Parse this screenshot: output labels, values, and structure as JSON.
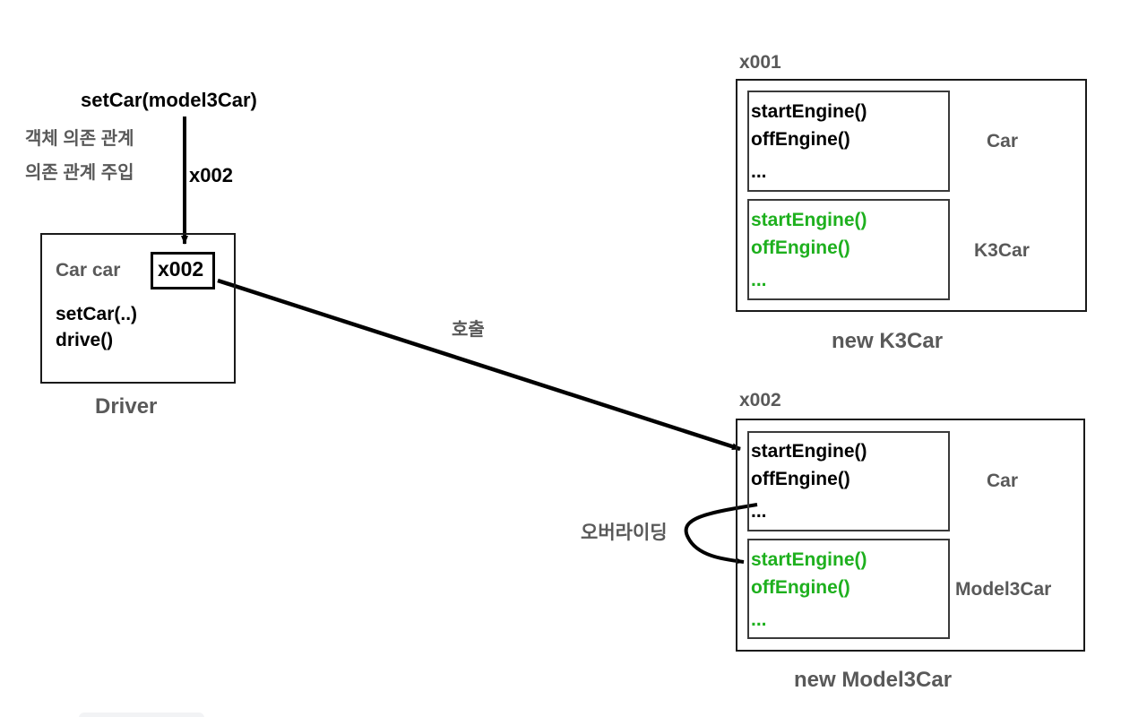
{
  "diagram": {
    "title": "Object dependency / dependency injection diagram",
    "colors": {
      "gray_text": "#595959",
      "black_text": "#000000",
      "green_override": "#1eb01e",
      "stroke": "#1a1a1a",
      "background": "#ffffff"
    }
  },
  "annotations": {
    "setcar_call": "setCar(model3Car)",
    "dependency_line_1": "객체 의존 관계",
    "dependency_line_2": "의존 관계 주입",
    "injected_reference": "x002",
    "call_label": "호출",
    "override_label": "오버라이딩"
  },
  "driver": {
    "caption": "Driver",
    "field_label": "Car car",
    "slot_value": "x002",
    "methods": [
      "setCar(..)",
      "drive()"
    ]
  },
  "k3car_instance": {
    "id_label": "x001",
    "caption": "new K3Car",
    "super_class": {
      "type_name": "Car",
      "methods": [
        "startEngine()",
        "offEngine()",
        "..."
      ]
    },
    "sub_class": {
      "type_name": "K3Car",
      "methods": [
        "startEngine()",
        "offEngine()",
        "..."
      ]
    }
  },
  "model3car_instance": {
    "id_label": "x002",
    "caption": "new Model3Car",
    "super_class": {
      "type_name": "Car",
      "methods": [
        "startEngine()",
        "offEngine()",
        "..."
      ]
    },
    "sub_class": {
      "type_name": "Model3Car",
      "methods": [
        "startEngine()",
        "offEngine()",
        "..."
      ]
    }
  }
}
